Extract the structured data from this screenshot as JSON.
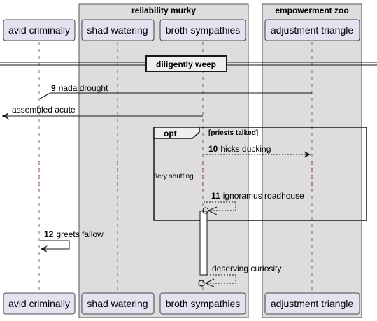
{
  "boxes": [
    {
      "title": "reliability murky"
    },
    {
      "title": "empowerment zoo"
    }
  ],
  "participants": [
    {
      "label": "avid criminally"
    },
    {
      "label": "shad watering"
    },
    {
      "label": "broth sympathies"
    },
    {
      "label": "adjustment triangle"
    }
  ],
  "divider": {
    "label": "diligently weep"
  },
  "messages": [
    {
      "num": "9",
      "text": "nada drought"
    },
    {
      "num": "",
      "text": "assembled acute"
    },
    {
      "num": "10",
      "text": "hicks ducking"
    },
    {
      "num": "11",
      "text": "ignoramus roadhouse"
    },
    {
      "num": "12",
      "text": "greets fallow"
    },
    {
      "num": "",
      "text": "deserving curiosity"
    }
  ],
  "fragment": {
    "keyword": "opt",
    "guard": "[priests talked]"
  },
  "delay": {
    "label": "fiery shutting"
  },
  "colors": {
    "box_fill": "#dddddd",
    "box_stroke": "#555555",
    "participant_fill": "#e2e2f0",
    "participant_stroke": "#181818",
    "lifeline": "#181818",
    "delay_dots": "#a80036"
  }
}
